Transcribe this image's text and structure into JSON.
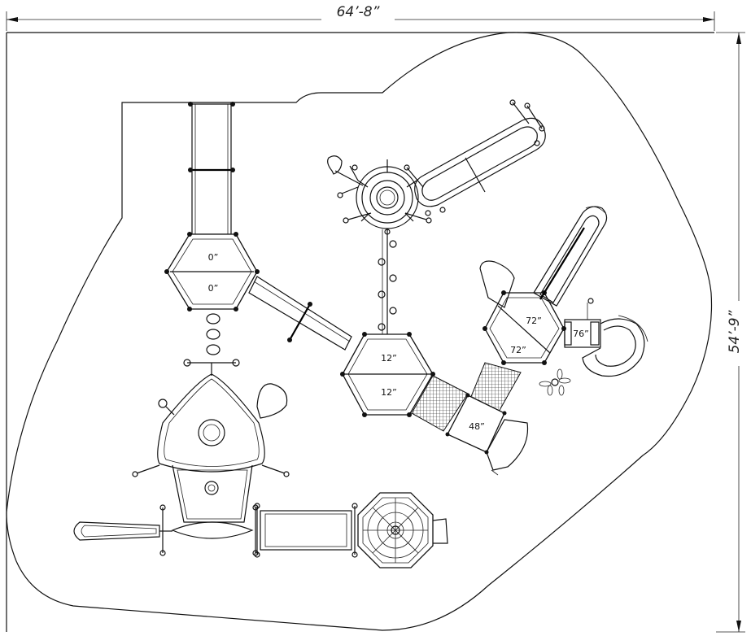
{
  "dimensions": {
    "width_label": "64’-8”",
    "depth_label": "54’-9”"
  },
  "decks": [
    {
      "id": "hex-left",
      "top_label": "0”",
      "bottom_label": "0”"
    },
    {
      "id": "hex-center",
      "top_label": "12”",
      "bottom_label": "12”"
    },
    {
      "id": "hex-right",
      "top_label": "72”",
      "bottom_label": "72”"
    },
    {
      "id": "platform-step",
      "label": "48”"
    },
    {
      "id": "slide-landing",
      "label": "76”"
    }
  ],
  "colors": {
    "line": "#111111",
    "background": "#ffffff"
  }
}
